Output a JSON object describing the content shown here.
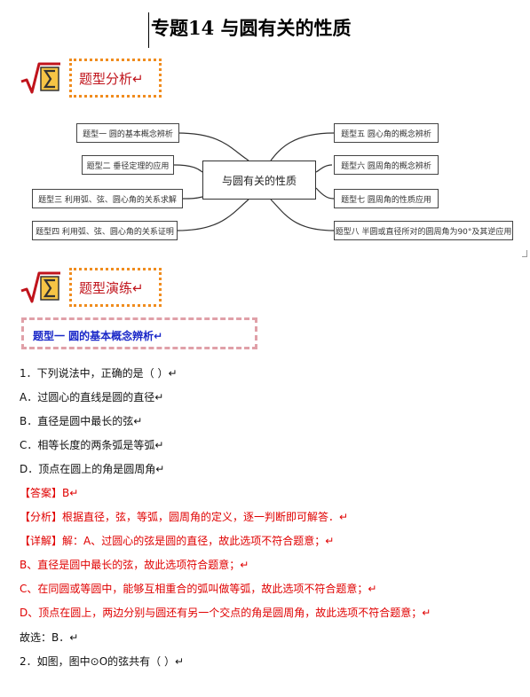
{
  "header": {
    "title": "专题14  与圆有关的性质",
    "para_mark": "↵"
  },
  "sections": {
    "analysis_label": "题型分析↵",
    "practice_label": "题型演练↵"
  },
  "mindmap": {
    "center": "与圆有关的性质",
    "left_nodes": [
      "题型一  圆的基本概念辨析",
      "题型二  垂径定理的应用",
      "题型三  利用弧、弦、圆心角的关系求解",
      "题型四  利用弧、弦、圆心角的关系证明"
    ],
    "right_nodes": [
      "题型五  圆心角的概念辨析",
      "题型六  圆周角的概念辨析",
      "题型七  圆周角的性质应用",
      "题型八  半圆或直径所对的圆周角为90°及其逆应用"
    ]
  },
  "topic_box": {
    "label": "题型一    圆的基本概念辨析↵"
  },
  "lines": [
    {
      "text": "1．下列说法中，正确的是（        ）↵",
      "color": "black"
    },
    {
      "text": "A．过圆心的直线是圆的直径↵",
      "color": "black"
    },
    {
      "text": "B．直径是圆中最长的弦↵",
      "color": "black"
    },
    {
      "text": "C．相等长度的两条弧是等弧↵",
      "color": "black"
    },
    {
      "text": "D．顶点在圆上的角是圆周角↵",
      "color": "black"
    },
    {
      "text": "【答案】B↵",
      "color": "red"
    },
    {
      "text": "【分析】根据直径，弦，等弧，圆周角的定义，逐一判断即可解答．↵",
      "color": "red"
    },
    {
      "text": "【详解】解：A、过圆心的弦是圆的直径，故此选项不符合题意；↵",
      "color": "red"
    },
    {
      "text": "B、直径是圆中最长的弦，故此选项符合题意；↵",
      "color": "red"
    },
    {
      "text": "C、在同圆或等圆中，能够互相重合的弧叫做等弧，故此选项不符合题意；↵",
      "color": "red"
    },
    {
      "text": "D、顶点在圆上，两边分别与圆还有另一个交点的角是圆周角，故此选项不符合题意；↵",
      "color": "red"
    },
    {
      "text": "故选：B．↵",
      "color": "black"
    },
    {
      "text": "2．如图，图中⊙O的弦共有（    ）↵",
      "color": "black"
    }
  ],
  "colors": {
    "accent_red": "#e00000",
    "dotted_orange": "#f08c1e",
    "topic_blue": "#1a28c8"
  }
}
